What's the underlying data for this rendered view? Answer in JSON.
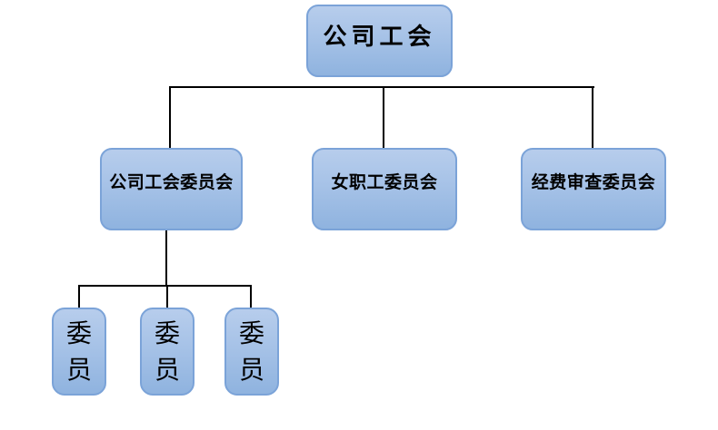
{
  "diagram": {
    "type": "org-chart",
    "root": {
      "label": "公司工会"
    },
    "level2": [
      {
        "label": "公司工会委员会"
      },
      {
        "label": "女职工委员会"
      },
      {
        "label": "经费审查委员会"
      }
    ],
    "level3": [
      {
        "label": "委员"
      },
      {
        "label": "委员"
      },
      {
        "label": "委员"
      }
    ],
    "colors": {
      "node_fill_top": "#b7cdec",
      "node_fill_bottom": "#8fb3df",
      "node_border": "#7ba3d8",
      "connector": "#000000",
      "text": "#000000",
      "background": "#ffffff"
    }
  }
}
